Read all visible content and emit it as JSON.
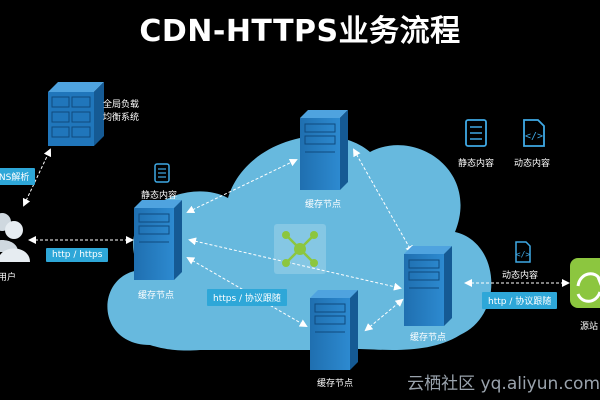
{
  "title": "CDN-HTTPS业务流程",
  "labels": {
    "gslb_line1": "全局负载",
    "gslb_line2": "均衡系统",
    "dns": "DNS解析",
    "user": "用户",
    "static_left": "静态内容",
    "cache_left": "缓存节点",
    "cache_top": "缓存节点",
    "cache_bottom": "缓存节点",
    "cache_right": "缓存节点",
    "http_left": "http / https",
    "https_follow": "https / 协议跟随",
    "dynamic_right": "动态内容",
    "http_follow": "http / 协议跟随",
    "origin": "源站",
    "legend_static": "静态内容",
    "legend_dynamic": "动态内容"
  },
  "watermark": "云栖社区 yq.aliyun.com",
  "colors": {
    "cloud": "#67b9de",
    "server": "#2076bb",
    "tag": "#2ea7d8",
    "hub": "#8cc63f"
  }
}
